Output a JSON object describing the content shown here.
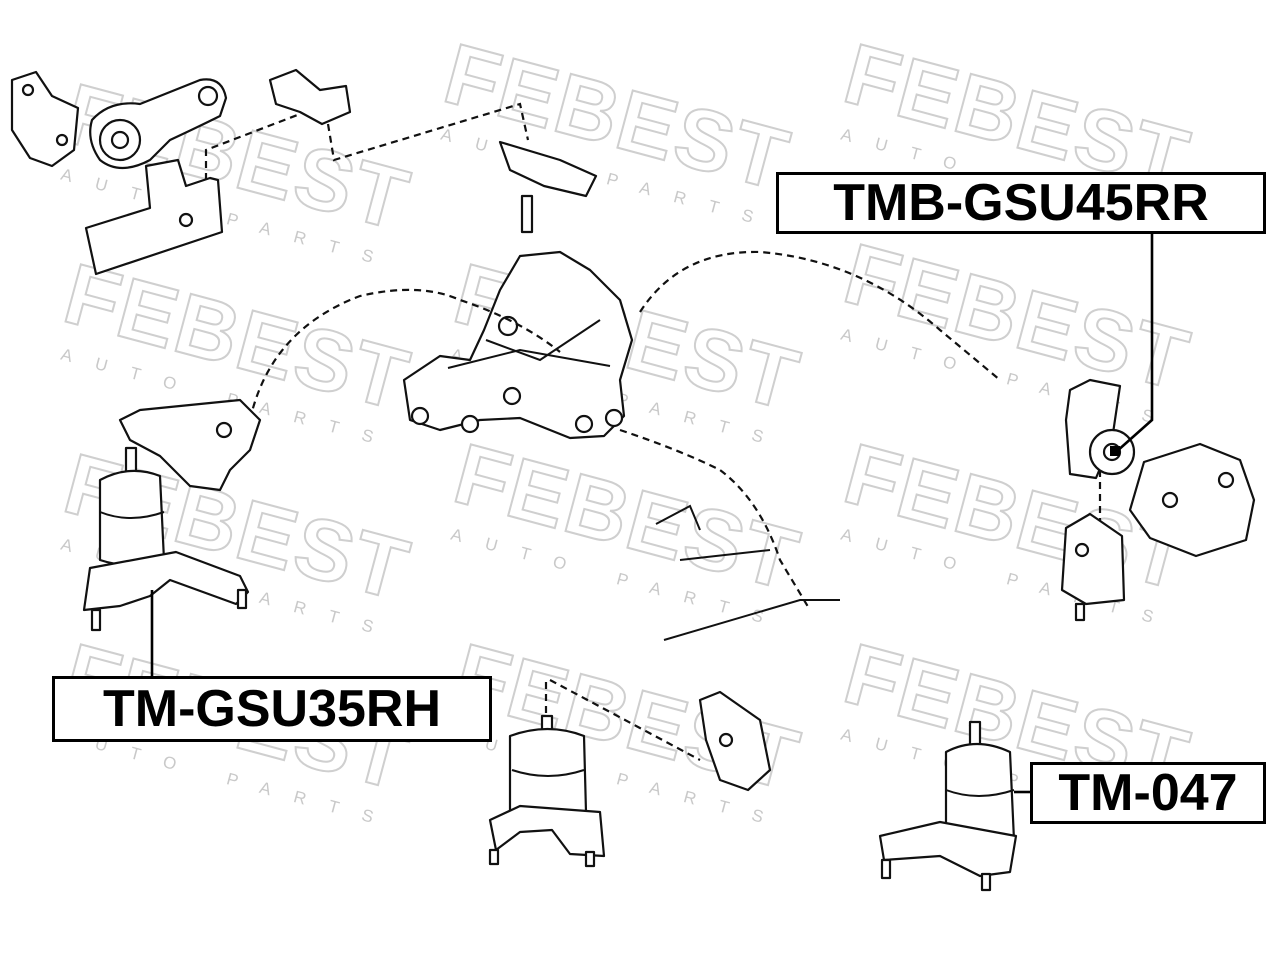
{
  "watermark": {
    "brand": "FEBEST",
    "sub": "AUTO PARTS"
  },
  "labels": {
    "tmb_gsu45rr": "TMB-GSU45RR",
    "tm_gsu35rh": "TM-GSU35RH",
    "tm_047": "TM-047"
  },
  "colors": {
    "ink": "#111111",
    "watermark": "#cfcfcf",
    "background": "#ffffff"
  }
}
